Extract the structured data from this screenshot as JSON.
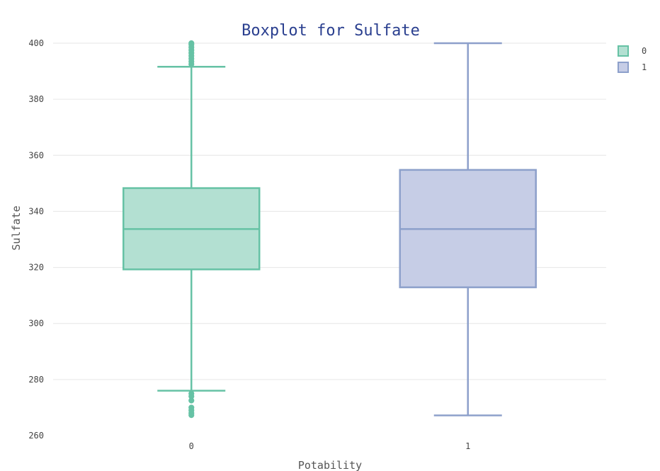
{
  "chart_data": {
    "type": "box",
    "title": "Boxplot for Sulfate",
    "xlabel": "Potability",
    "ylabel": "Sulfate",
    "ylim": [
      260,
      400
    ],
    "yticks": [
      260,
      280,
      300,
      320,
      340,
      360,
      380,
      400
    ],
    "categories": [
      "0",
      "1"
    ],
    "grid": true,
    "legend": {
      "placement": "top-right",
      "entries": [
        "0",
        "1"
      ]
    },
    "series": [
      {
        "name": "0",
        "category": "0",
        "color": "#66c2a5",
        "fill": "#b3e0d2",
        "lower_fence": 276,
        "q1": 319.3,
        "median": 333.7,
        "q3": 348.3,
        "upper_fence": 391.6,
        "outliers": [
          392.5,
          393.5,
          394.5,
          395.5,
          396.5,
          397.5,
          398.5,
          399.5,
          400,
          275,
          274,
          272.5,
          270,
          269,
          268,
          267.3
        ]
      },
      {
        "name": "1",
        "category": "1",
        "color": "#8da0cb",
        "fill": "#c6cde6",
        "lower_fence": 267.2,
        "q1": 312.9,
        "median": 333.7,
        "q3": 354.8,
        "upper_fence": 400,
        "outliers": []
      }
    ]
  }
}
